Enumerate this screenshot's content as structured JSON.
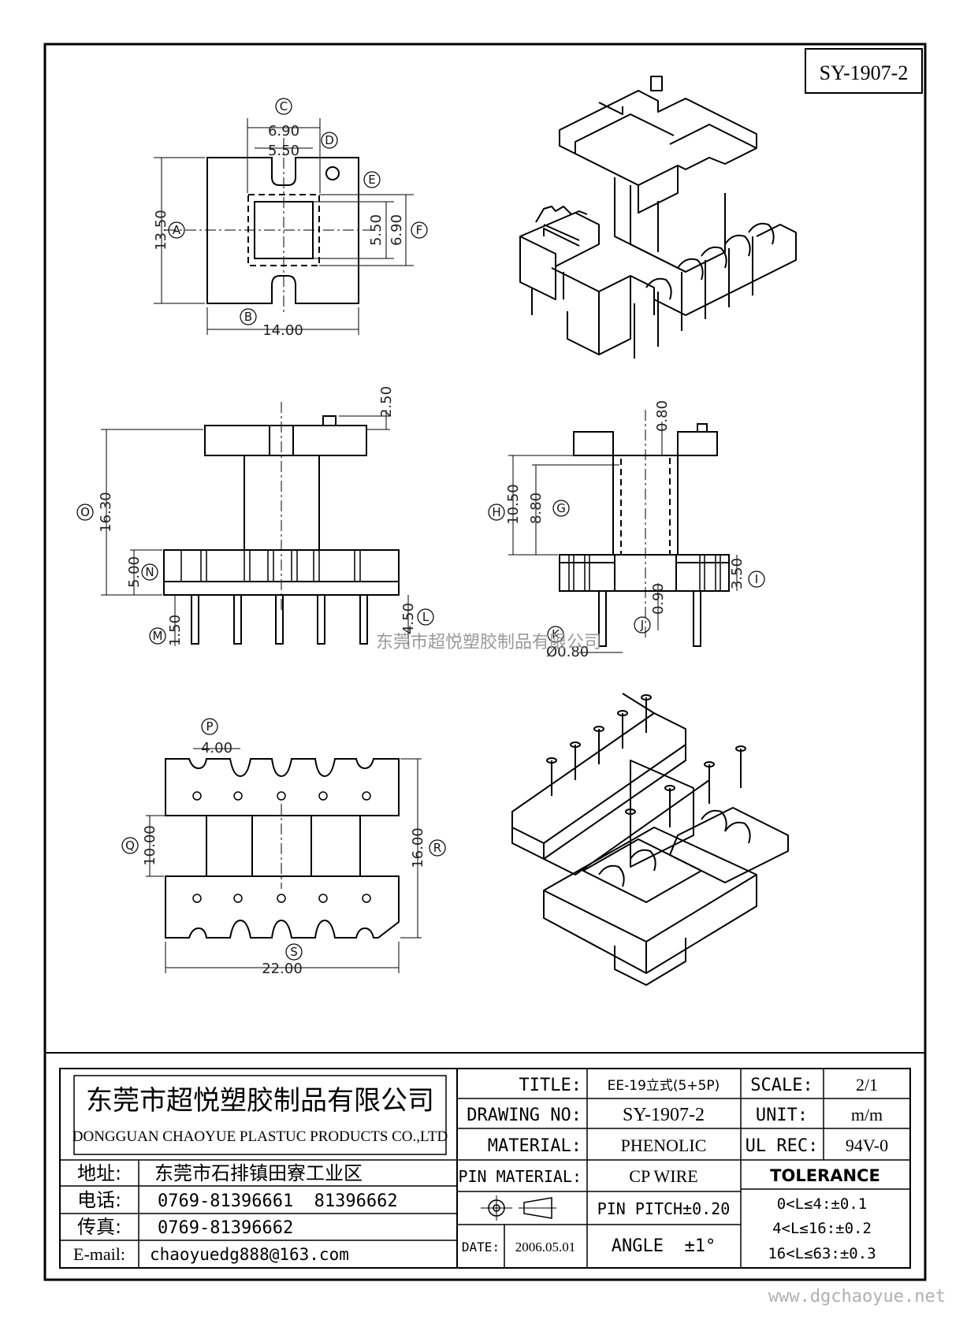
{
  "drawing_no_box": "SY-1907-2",
  "watermark_center": "东莞市超悦塑胶制品有限公司",
  "watermark_footer": "www.dgchaoyue.net",
  "views": {
    "top": {
      "markers": {
        "A": "A",
        "B": "B",
        "C": "C",
        "D": "D",
        "E": "E",
        "F": "F"
      },
      "dims": {
        "w_c": "6.90",
        "w_d": "5.50",
        "h_a": "13.50",
        "w_b": "14.00",
        "e": "5.50",
        "f": "6.90"
      }
    },
    "front": {
      "markers": {
        "O": "O",
        "N": "N",
        "M": "M",
        "L": "L"
      },
      "dims": {
        "top": "2.50",
        "o": "16.30",
        "n": "5.00",
        "m": "1.50",
        "l": "4.50"
      }
    },
    "side": {
      "markers": {
        "H": "H",
        "G": "G",
        "I": "I",
        "J": "J",
        "K": "K"
      },
      "dims": {
        "top": "0.80",
        "h": "10.50",
        "g": "8.80",
        "i": "3.50",
        "j": "0.90",
        "k": "Ø0.80"
      }
    },
    "bottom": {
      "markers": {
        "P": "P",
        "Q": "Q",
        "R": "R",
        "S": "S"
      },
      "dims": {
        "p": "4.00",
        "q": "10.00",
        "r": "16.00",
        "s": "22.00"
      }
    }
  },
  "title_block": {
    "company_cn": "东莞市超悦塑胶制品有限公司",
    "company_en": "DONGGUAN CHAOYUE PLASTUC PRODUCTS CO.,LTD",
    "address_label": "地址:",
    "address": "东莞市石排镇田寮工业区",
    "phone_label": "电话:",
    "phone": "0769-81396661  81396662",
    "fax_label": "传真:",
    "fax": "0769-81396662",
    "email_label": "E-mail:",
    "email": "chaoyuedg888@163.com",
    "title_label": "TITLE:",
    "title": "EE-19立式(5+5P)",
    "scale_label": "SCALE:",
    "scale": "2/1",
    "drawing_no_label": "DRAWING NO:",
    "drawing_no": "SY-1907-2",
    "unit_label": "UNIT:",
    "unit": "m/m",
    "material_label": "MATERIAL:",
    "material": "PHENOLIC",
    "ul_label": "UL REC:",
    "ul": "94V-0",
    "pin_material_label": "PIN MATERIAL:",
    "pin_material": "CP WIRE",
    "tolerance_label": "TOLERANCE",
    "pin_pitch": "PIN PITCH±0.20",
    "tol1": "0<L≤4:±0.1",
    "tol2": "4<L≤16:±0.2",
    "tol3": "16<L≤63:±0.3",
    "date_label": "DATE:",
    "date": "2006.05.01",
    "angle": "ANGLE  ±1°"
  }
}
